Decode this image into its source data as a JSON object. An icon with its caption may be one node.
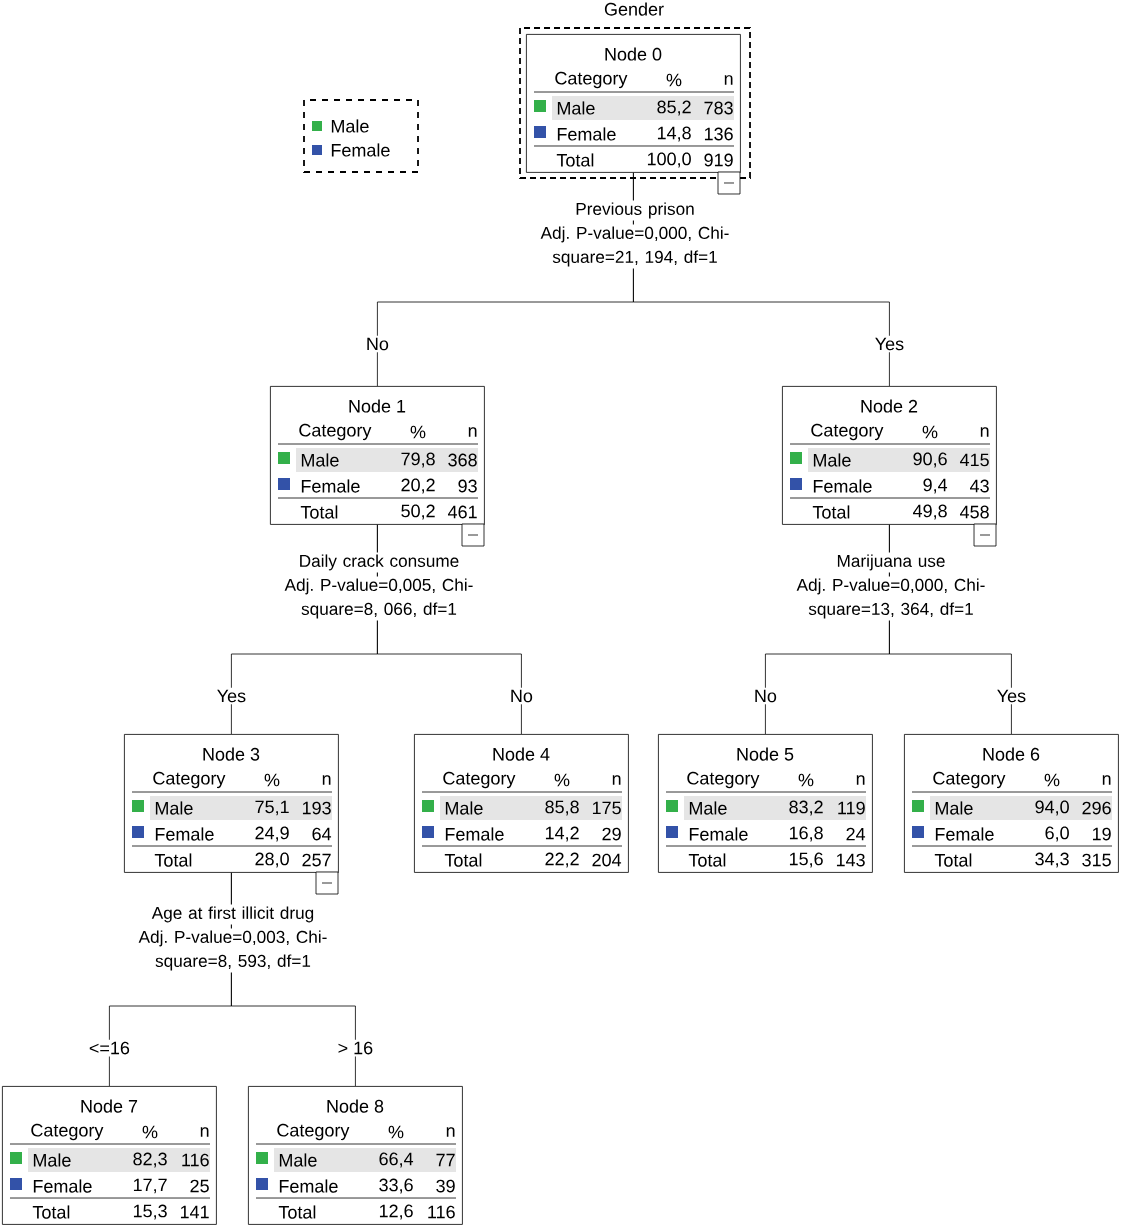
{
  "diagram": {
    "title": "Gender",
    "nodes": [
      {
        "text": [
          "Node 0",
          "Category",
          "%",
          "n",
          "Male",
          "85,2",
          "783",
          "Female",
          "14,8",
          "136",
          "Total",
          "100,0",
          "919"
        ],
        "beside": [
          "Previous prison",
          "Adj. P-value=0,000, Chi-square=21, 194, df=1"
        ]
      },
      {
        "text": [
          "Node 1",
          "Category",
          "%",
          "n",
          "Male",
          "79,8",
          "368",
          "Female",
          "20,2",
          "93",
          "Total",
          "50,2",
          "461"
        ],
        "beside": [
          "Daily crack consume",
          "Adj. P-value=0,005, Chi-square=8, 066, df=1"
        ]
      },
      {
        "text": [
          "Node 2",
          "Category",
          "%",
          "n",
          "Male",
          "90,6",
          "415",
          "Female",
          "9,4",
          "43",
          "Total",
          "49,8",
          "458"
        ],
        "beside": [
          "Marijuana use",
          "Adj. P-value=0,000, Chi-square=13, 364, df=1"
        ]
      },
      {
        "text": [
          "Node 3",
          "Category",
          "%",
          "n",
          "Male",
          "75,1",
          "193",
          "Female",
          "24,9",
          "64",
          "Total",
          "28,0",
          "257"
        ],
        "beside": [
          "Age at first illicit drug",
          "Adj. P-value=0,003, Chi-square=8, 593, df=1"
        ]
      },
      {
        "text": [
          "Node 4",
          "Category",
          "%",
          "n",
          "Male",
          "85,8",
          "175",
          "Female",
          "14,2",
          "29",
          "Total",
          "22,2",
          "204"
        ]
      },
      {
        "text": [
          "Node 5",
          "Category",
          "%",
          "n",
          "Male",
          "83,2",
          "119",
          "Female",
          "16,8",
          "24",
          "Total",
          "15,6",
          "143"
        ]
      },
      {
        "text": [
          "Node 6",
          "Category",
          "%",
          "n",
          "Male",
          "94,0",
          "296",
          "Female",
          "6,0",
          "19",
          "Total",
          "34,3",
          "315"
        ]
      },
      {
        "text": [
          "Node 7",
          "Category",
          "%",
          "n",
          "Male",
          "82,3",
          "116",
          "Female",
          "17,7",
          "25",
          "Total",
          "15,3",
          "141"
        ]
      },
      {
        "text": [
          "Node 8",
          "Category",
          "%",
          "n",
          "Male",
          "66,4",
          "77",
          "Female",
          "33,6",
          "39",
          "Total",
          "12,6",
          "116"
        ]
      }
    ],
    "edges": [
      {
        "from": 0,
        "to": 1,
        "arrow": "none",
        "label": "No"
      },
      {
        "from": 0,
        "to": 2,
        "arrow": "none",
        "label": "Yes"
      },
      {
        "from": 1,
        "to": 3,
        "arrow": "none",
        "label": "Yes"
      },
      {
        "from": 1,
        "to": 4,
        "arrow": "none",
        "label": "No"
      },
      {
        "from": 2,
        "to": 5,
        "arrow": "none",
        "label": "No"
      },
      {
        "from": 2,
        "to": 6,
        "arrow": "none",
        "label": "Yes"
      },
      {
        "from": 3,
        "to": 7,
        "arrow": "none",
        "label": "<=16"
      },
      {
        "from": 3,
        "to": 8,
        "arrow": "none",
        "label": "> 16"
      }
    ],
    "legend": [
      {
        "text": "Male",
        "color": "#33b04a"
      },
      {
        "text": "Female",
        "color": "#3352a8"
      }
    ]
  }
}
